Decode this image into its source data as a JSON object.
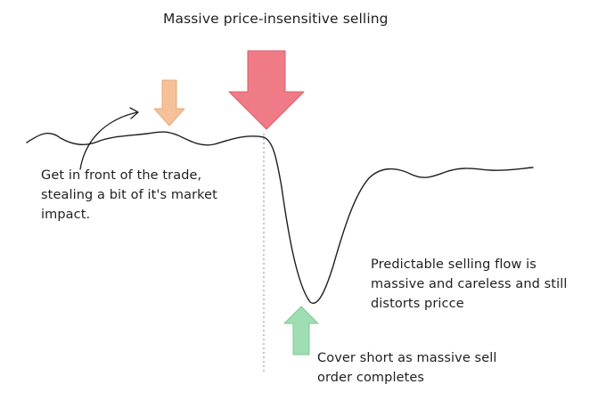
{
  "title": "Massive price-insensitive selling",
  "annotations": {
    "front_run": {
      "lines": [
        "Get in front of the trade,",
        "stealing a bit of it's market",
        "impact."
      ]
    },
    "selling_flow": {
      "lines": [
        "Predictable selling flow is",
        "massive and careless and still",
        "distorts pricce"
      ]
    },
    "cover": {
      "lines": [
        "Cover short as massive sell",
        "order completes"
      ]
    }
  },
  "colors": {
    "line": "#1f1f1f",
    "guide": "#8a8a8a",
    "arrow_small_down": "#f6c199",
    "arrow_small_down_stroke": "#e7a878",
    "arrow_big_down": "#ef7b86",
    "arrow_big_down_stroke": "#e15d6b",
    "arrow_up": "#9fddb2",
    "arrow_up_stroke": "#7fc894"
  }
}
